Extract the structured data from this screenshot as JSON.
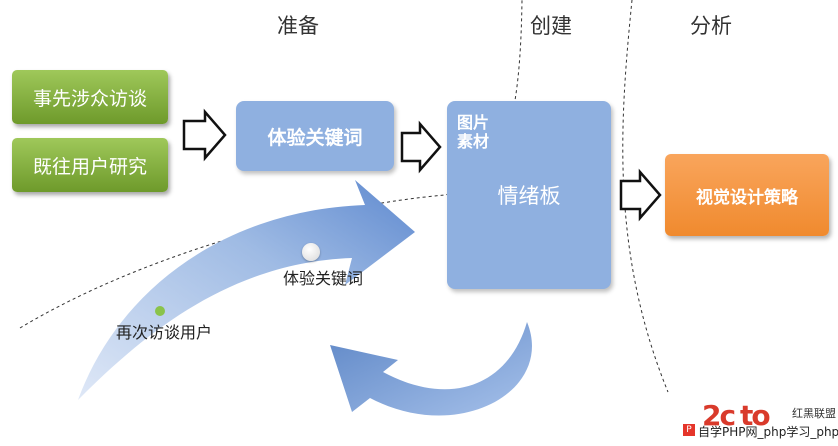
{
  "phases": {
    "prepare": "准备",
    "create": "创建",
    "analyze": "分析"
  },
  "inputs": {
    "interviews": "事先涉众访谈",
    "past_research": "既往用户研究"
  },
  "keywords_box": "体验关键词",
  "mood_board": {
    "title": "情绪板",
    "sub_line1": "图片",
    "sub_line2": "素材"
  },
  "strategy_box": "视觉设计策略",
  "curve_labels": {
    "keywords": "体验关键词",
    "revisit": "再次访谈用户"
  },
  "watermark": {
    "brand": "红黑联盟",
    "line": "自学PHP网_php学习_php教",
    "logo_text": "P"
  },
  "colors": {
    "green": "#7aa935",
    "blue": "#8fb0e0",
    "orange": "#f39436",
    "dot_green": "#8ac34a"
  }
}
